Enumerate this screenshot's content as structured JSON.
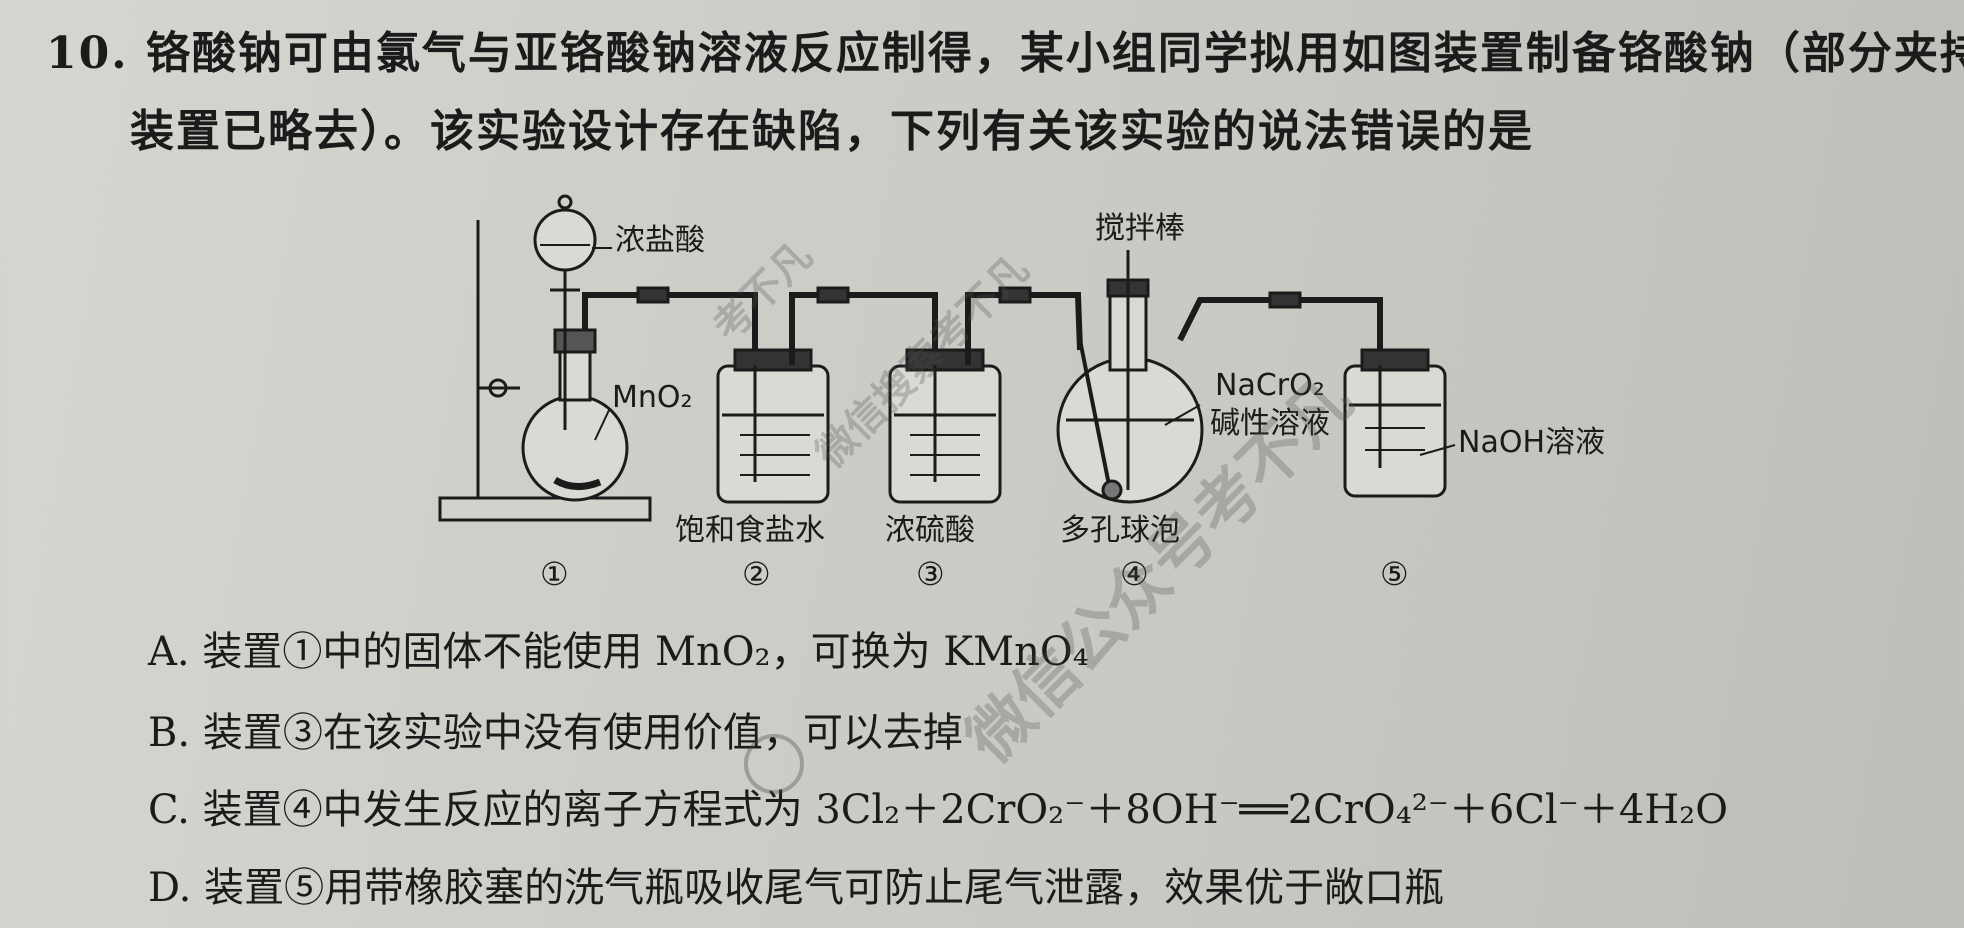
{
  "question": {
    "line1": "10. 铬酸钠可由氯气与亚铬酸钠溶液反应制得，某小组同学拟用如图装置制备铬酸钠（部分夹持",
    "line2": "装置已略去）。该实验设计存在缺陷，下列有关该实验的说法错误的是"
  },
  "diagram": {
    "labels": {
      "hcl": "浓盐酸",
      "mno2": "MnO₂",
      "brine": "饱和食盐水",
      "h2so4": "浓硫酸",
      "stirrer": "搅拌棒",
      "nacro2_1": "NaCrO₂",
      "nacro2_2": "碱性溶液",
      "bubbler": "多孔球泡",
      "naoh": "NaOH溶液"
    },
    "numbers": [
      "①",
      "②",
      "③",
      "④",
      "⑤"
    ]
  },
  "options": {
    "a": "A. 装置①中的固体不能使用 MnO₂，可换为 KMnO₄",
    "b": "B. 装置③在该实验中没有使用价值，可以去掉",
    "c": "C. 装置④中发生反应的离子方程式为 3Cl₂＋2CrO₂⁻＋8OH⁻══2CrO₄²⁻＋6Cl⁻＋4H₂O",
    "d": "D. 装置⑤用带橡胶塞的洗气瓶吸收尾气可防止尾气泄露，效果优于敞口瓶"
  },
  "watermark": {
    "w1": "考不凡",
    "w2": "微信搜索考不凡",
    "w3": "微信公众号考不凡"
  }
}
